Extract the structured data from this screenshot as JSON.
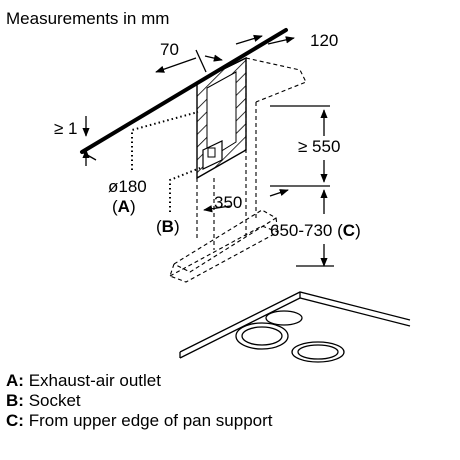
{
  "title": "Measurements in mm",
  "dimensions": {
    "depth_front": "70",
    "depth_rear": "120",
    "min_gap": "≥ 1",
    "min_height": "≥ 550",
    "width": "350",
    "pipe_diameter": "ø180",
    "hood_height_value": "650-730"
  },
  "markers": {
    "a": "A",
    "b": "B",
    "c": "C"
  },
  "legend": [
    {
      "key": "A:",
      "text": "Exhaust-air outlet"
    },
    {
      "key": "B:",
      "text": "Socket"
    },
    {
      "key": "C:",
      "text": "From upper edge of pan support"
    }
  ]
}
